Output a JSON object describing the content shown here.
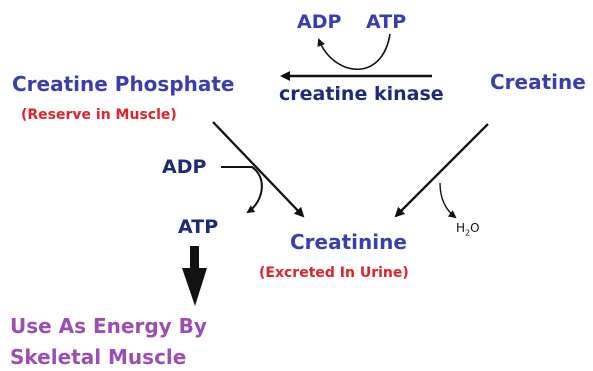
{
  "labels": {
    "adp_top": "ADP",
    "atp_top": "ATP",
    "enzyme": "creatine kinase",
    "creatine_phosphate": "Creatine Phosphate",
    "reserve": "(Reserve in Muscle)",
    "creatine": "Creatine",
    "adp_mid": "ADP",
    "atp_mid": "ATP",
    "creatinine": "Creatinine",
    "excreted": "(Excreted In Urine)",
    "h2o_main": "H",
    "h2o_sub": "2",
    "h2o_end": "O",
    "energy_line1": "Use As Energy By",
    "energy_line2": "Skeletal Muscle"
  },
  "colors": {
    "blue": "#3a3fae",
    "navy": "#1f2a78",
    "red": "#e0232b",
    "purple": "#9b4fb3",
    "arrow": "#111111"
  },
  "arrows": [
    "reaction-arrow-creatine-to-phosphate",
    "curved-arrow-atp-to-adp",
    "arrow-phosphate-to-creatinine",
    "curved-arrow-adp-to-atp",
    "arrow-creatine-to-creatinine",
    "curved-arrow-h2o",
    "thick-arrow-atp-to-energy"
  ]
}
